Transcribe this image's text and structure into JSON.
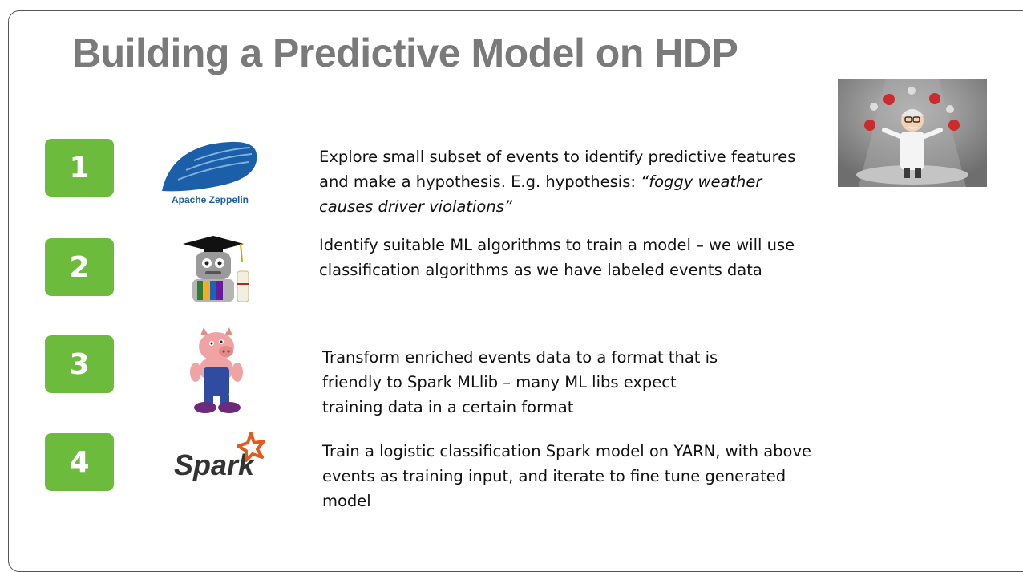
{
  "title": "Building a Predictive Model on HDP",
  "steps": [
    {
      "number": "1",
      "icon": "zeppelin-icon",
      "icon_label": "Apache Zeppelin",
      "text": "Explore small subset of events to identify predictive features and make a hypothesis. E.g. hypothesis: ",
      "text_italic": "“foggy weather causes driver violations”"
    },
    {
      "number": "2",
      "icon": "graduate-robot-icon",
      "text": "Identify suitable ML algorithms to train a model – we will use classification algorithms as we have labeled events data"
    },
    {
      "number": "3",
      "icon": "pig-icon",
      "text": "Transform enriched events data to a format that is friendly to Spark MLlib – many ML libs expect training data in a certain format"
    },
    {
      "number": "4",
      "icon": "spark-logo-icon",
      "icon_label": "Spark",
      "text": "Train a logistic classification Spark model on YARN, with above events as training input, and iterate to fine tune generated model"
    }
  ],
  "scientist_image": "data-scientist-icon",
  "colors": {
    "title": "#7a7a7a",
    "badge": "#6cbb3c",
    "zeppelin_blue": "#1a5fa8",
    "spark_orange": "#e25a1c"
  }
}
